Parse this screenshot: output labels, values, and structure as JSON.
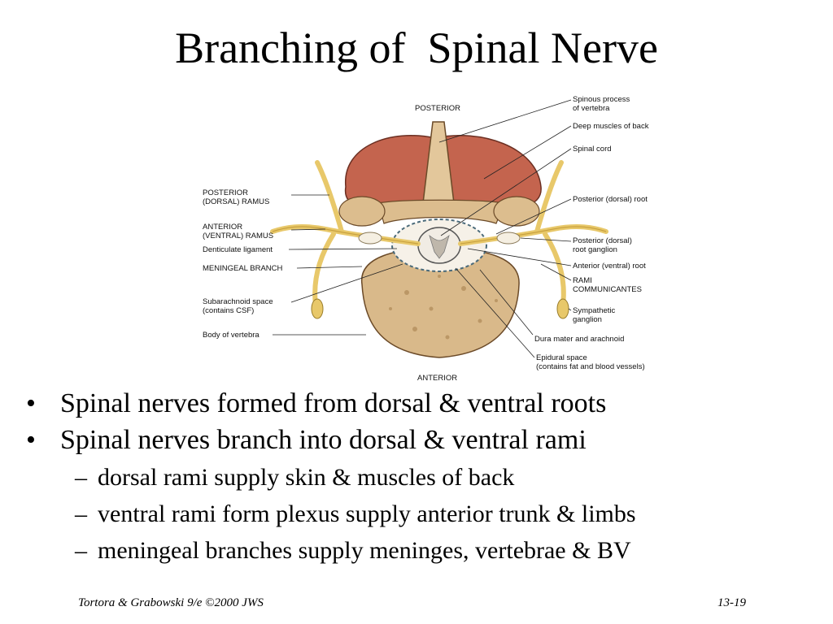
{
  "slide": {
    "title": "Branching of  Spinal Nerve",
    "figure_labels": {
      "posterior": "POSTERIOR",
      "anterior": "ANTERIOR",
      "posterior_ramus": "POSTERIOR\n(DORSAL) RAMUS",
      "anterior_ramus": "ANTERIOR\n(VENTRAL) RAMUS",
      "denticulate": "Denticulate ligament",
      "meningeal": "MENINGEAL BRANCH",
      "subarachnoid": "Subarachnoid space\n(contains CSF)",
      "body_vertebra": "Body of vertebra",
      "spinous": "Spinous process\nof vertebra",
      "deep_muscles": "Deep muscles of back",
      "spinal_cord": "Spinal cord",
      "posterior_root": "Posterior (dorsal) root",
      "root_ganglion": "Posterior (dorsal)\nroot ganglion",
      "anterior_root": "Anterior (ventral) root",
      "rami": "RAMI\nCOMMUNICANTES",
      "sympathetic": "Sympathetic\nganglion",
      "dura": "Dura mater and arachnoid",
      "epidural": "Epidural space\n(contains fat and blood vessels)"
    },
    "bullets": [
      "Spinal nerves formed from dorsal & ventral roots",
      "Spinal nerves branch into dorsal & ventral rami"
    ],
    "sub_bullets": [
      "dorsal rami supply skin & muscles of back",
      "ventral rami form plexus supply anterior trunk & limbs",
      "meningeal branches supply meninges, vertebrae & BV"
    ],
    "bullet_char": "•",
    "dash_char": "–",
    "footer_left": "Tortora & Grabowski 9/e ©2000 JWS",
    "footer_right": "13-19"
  },
  "colors": {
    "muscle": "#c4644e",
    "bone": "#d9b98a",
    "nerve": "#e8c86a",
    "cord": "#f1ece4"
  }
}
